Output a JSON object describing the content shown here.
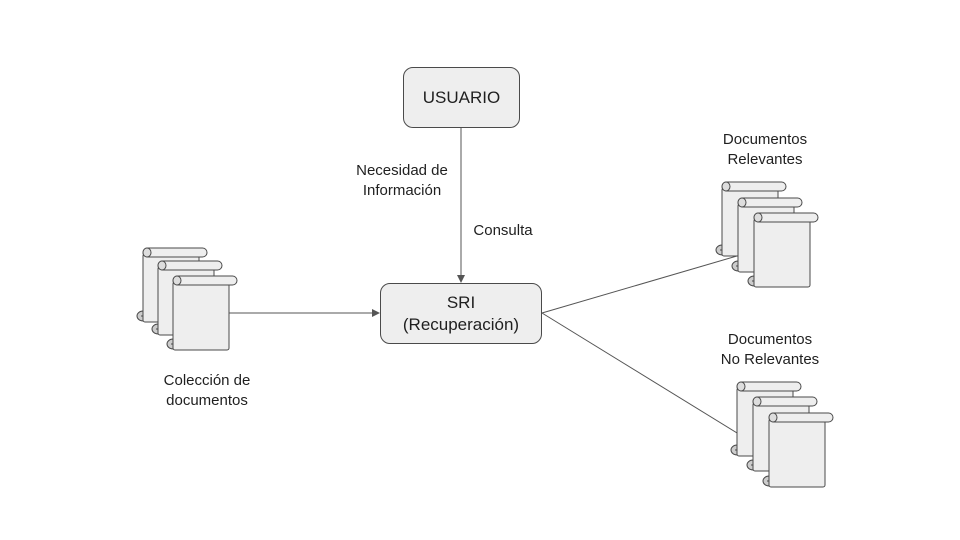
{
  "nodes": {
    "usuario": {
      "label": "USUARIO"
    },
    "sri": {
      "line1": "SRI",
      "line2": "(Recuperación)"
    }
  },
  "edge_labels": {
    "necesidad_line1": "Necesidad de",
    "necesidad_line2": "Información",
    "consulta": "Consulta"
  },
  "document_groups": {
    "coleccion": {
      "line1": "Colección de",
      "line2": "documentos"
    },
    "relevantes": {
      "line1": "Documentos",
      "line2": "Relevantes"
    },
    "no_relevantes": {
      "line1": "Documentos",
      "line2": "No Relevantes"
    }
  },
  "colors": {
    "stroke": "#4a4a4a",
    "fill": "#eeeeee",
    "arrow": "#555555",
    "background": "#ffffff"
  }
}
